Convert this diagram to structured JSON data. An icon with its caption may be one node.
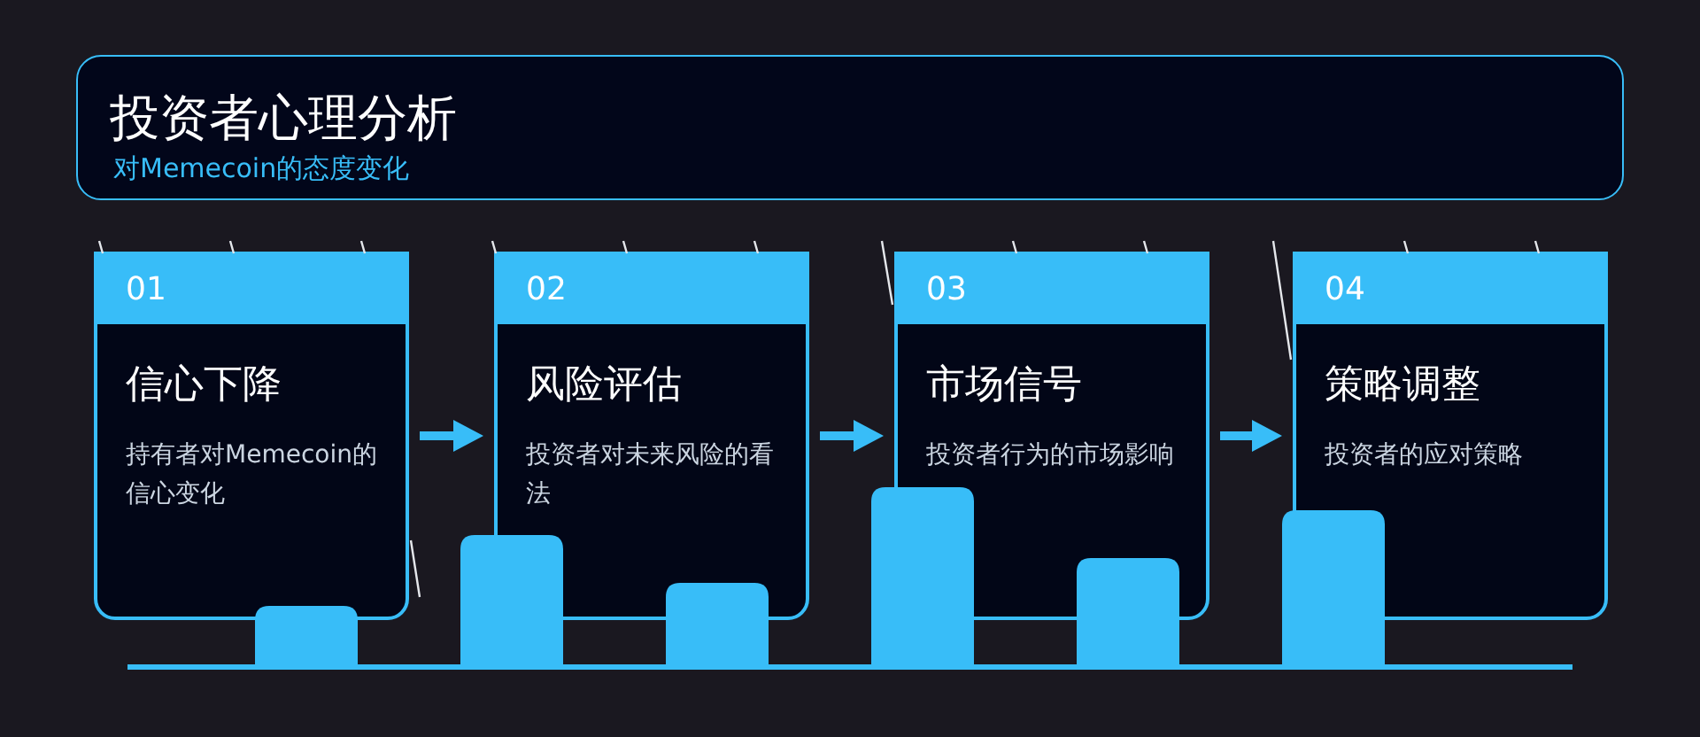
{
  "diagram": {
    "nodes": [
      {
        "text": [
          "投资者心理分析",
          "对Memecoin的态度变化"
        ]
      },
      {
        "text": [
          "01",
          "信心下降",
          "持有者对Memecoin的信心变化"
        ]
      },
      {
        "text": [
          "02",
          "风险评估",
          "投资者对未来风险的看法"
        ]
      },
      {
        "text": [
          "03",
          "市场信号",
          "投资者行为的市场影响"
        ]
      },
      {
        "text": [
          "04",
          "策略调整",
          "投资者的应对策略"
        ]
      }
    ],
    "edges": [
      {
        "from": 1,
        "to": 2,
        "arrow": "to"
      },
      {
        "from": 2,
        "to": 3,
        "arrow": "to"
      },
      {
        "from": 3,
        "to": 4,
        "arrow": "to"
      }
    ]
  }
}
